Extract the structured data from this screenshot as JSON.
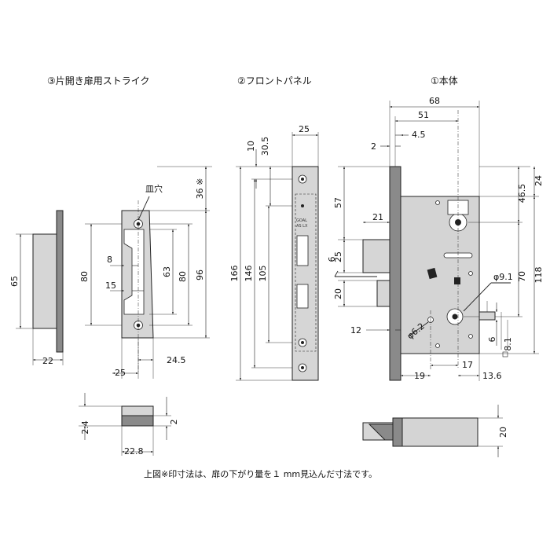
{
  "titles": {
    "strike": "③片開き扉用ストライク",
    "front_panel": "②フロントパネル",
    "main_body": "①本体"
  },
  "strike": {
    "side_height": "65",
    "side_depth": "22",
    "dish_hole": "皿穴",
    "dim_80_left": "80",
    "dim_8": "8",
    "dim_15": "15",
    "dim_63": "63",
    "dim_80_right": "80",
    "dim_96": "96",
    "dim_36": "36 ※",
    "dim_25": "25",
    "dim_24_5": "24.5",
    "detail_2_4": "2.4",
    "detail_2": "2",
    "detail_22_8": "22.8"
  },
  "front_panel": {
    "dim_25": "25",
    "dim_10": "10",
    "dim_30_5": "30.5",
    "dim_166": "166",
    "dim_146": "146",
    "dim_105": "105",
    "label_line1": "GOAL",
    "label_line2": "AS LX"
  },
  "main_body": {
    "dim_68": "68",
    "dim_51": "51",
    "dim_4_5": "4.5",
    "dim_2": "2",
    "dim_57": "57",
    "dim_21": "21",
    "dim_6": "6",
    "dim_25": "25",
    "dim_20": "20",
    "dim_12": "12",
    "dim_phi6_2": "φ6.2",
    "dim_phi9_1": "φ9.1",
    "dim_46_5": "46.5",
    "dim_24": "24",
    "dim_118": "118",
    "dim_70": "70",
    "dim_6r": "6",
    "dim_8_1": "8.1",
    "dim_19": "19",
    "dim_17": "17",
    "dim_13_6": "13.6",
    "dim_20_bottom": "20"
  },
  "footnote": "上図※印寸法は、扉の下がり量を１ mm見込んだ寸法です。"
}
